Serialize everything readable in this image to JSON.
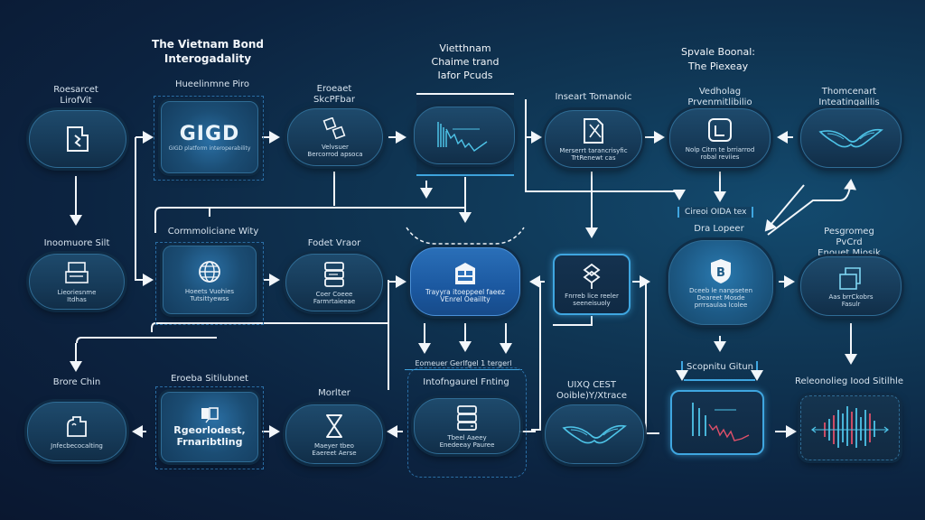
{
  "titles": {
    "main": "The Vietnam Bond\nInterogadality",
    "center": "Vietthnam\nChaime trand\nIafor Pcuds",
    "right": "Spvale Boonal:\nThe Piexeay"
  },
  "nodes": {
    "row1": [
      {
        "label": "Roesarcet\nLirofVit",
        "icon": "document-icon",
        "text": ""
      },
      {
        "label": "Hueelinmne Piro",
        "icon": "gigd-logo",
        "text": "GIGD",
        "sub": "GIGD platform interoperability"
      },
      {
        "label": "Eroeaet\nSkcPFbar",
        "icon": "documents-icon",
        "text": "Velvsuer\nBercorrod apsoca"
      },
      {
        "label": "",
        "icon": "line-chart-icon",
        "text": ""
      },
      {
        "label": "Inseart Tomanoic",
        "icon": "edit-document-icon",
        "text": "Merserrt tarancrisyfic\nTrtRenewt cas"
      },
      {
        "label": "Vedholag\nPrvenmitlibilio",
        "icon": "square-frame-icon",
        "text": "Nolp Citm te brriarrod\nrobal reviies"
      },
      {
        "label": "Thomcenart\nInteatingalilis",
        "icon": "wings-icon",
        "text": ""
      }
    ],
    "row2": [
      {
        "label": "Inoomuore Silt",
        "icon": "monitor-icon",
        "text": "Lieoriesnme\nItdhas"
      },
      {
        "label": "Cormmoliciane Wity",
        "icon": "globe-icon",
        "text": "Hoeets Vuohies\nTutsittyewss"
      },
      {
        "label": "Fodet Vraor",
        "icon": "server-icon",
        "text": "Coer Coeee\nFarmrtaieeae"
      },
      {
        "label": "",
        "icon": "building-icon",
        "text": "Trayyra itoeppeel faeez\nVEnrel Oeaillty"
      },
      {
        "label": "",
        "icon": "blockchain-icon",
        "text": "Fnrreb lice reeler\nseeneisuoly"
      },
      {
        "label": "Dra Lopeer",
        "icon": "shield-icon",
        "text": "Dceeb le nanpseten\nDeareet Mosde\nprrrsaulaa lcolee"
      },
      {
        "label": "Pesgromeg\nPvCrd\nEnouet Miosik",
        "icon": "tablet-icon",
        "text": "Aas brrCkobrs\nFasulr"
      }
    ],
    "row3": [
      {
        "label": "Brore Chin",
        "icon": "bag-icon",
        "text": "Jnfecbecocalting"
      },
      {
        "label": "Eroeba Sitilubnet",
        "icon": "flag-icon",
        "text": "Rgeorlodest,\nFrnaribtling"
      },
      {
        "label": "Morlter",
        "icon": "hourglass-icon",
        "text": "Maeyer tbeo\nEaereet Aerse"
      },
      {
        "label": "Intofngaurel Fnting",
        "icon": "server-icon",
        "text": "Tbeel Aaeey\nEnedeeay Pauree"
      },
      {
        "label": "UIXQ CEST\nOoible)Y/Xtrace",
        "icon": "wings-icon",
        "text": ""
      },
      {
        "label": "Scopnitu Gitun",
        "icon": "bar-line-chart-icon",
        "text": ""
      },
      {
        "label": "Releonolieg Iood Sitilhle",
        "icon": "waveform-icon",
        "text": ""
      }
    ]
  },
  "annotations": {
    "badge": "Cireoi OIDA tex",
    "bracket": "Eomeuer Gerlfgel 1 tergerl"
  },
  "colors": {
    "accent": "#3fa6e0",
    "node_fill": "#1a4262",
    "bright_fill": "#1f5fa8",
    "wire": "#f2f6fa",
    "chart_red": "#e0506a",
    "chart_cyan": "#4ec4e8"
  }
}
